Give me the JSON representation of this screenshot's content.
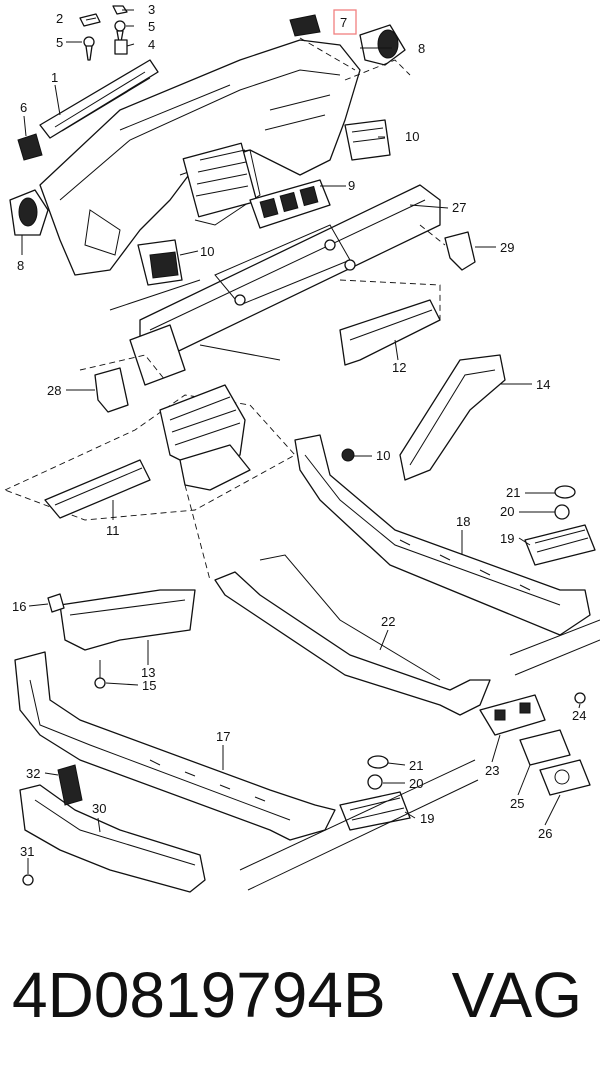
{
  "diagram": {
    "highlight_color": "#f08080",
    "callouts": [
      {
        "id": "c2",
        "text": "2"
      },
      {
        "id": "c3",
        "text": "3"
      },
      {
        "id": "c5a",
        "text": "5"
      },
      {
        "id": "c5b",
        "text": "5"
      },
      {
        "id": "c4",
        "text": "4"
      },
      {
        "id": "c1",
        "text": "1"
      },
      {
        "id": "c7",
        "text": "7",
        "highlighted": true
      },
      {
        "id": "c8a",
        "text": "8"
      },
      {
        "id": "c6",
        "text": "6"
      },
      {
        "id": "c10a",
        "text": "10"
      },
      {
        "id": "c9",
        "text": "9"
      },
      {
        "id": "c8b",
        "text": "8"
      },
      {
        "id": "c10b",
        "text": "10"
      },
      {
        "id": "c27",
        "text": "27"
      },
      {
        "id": "c29",
        "text": "29"
      },
      {
        "id": "c12",
        "text": "12"
      },
      {
        "id": "c28",
        "text": "28"
      },
      {
        "id": "c14",
        "text": "14"
      },
      {
        "id": "c10c",
        "text": "10"
      },
      {
        "id": "c11",
        "text": "11"
      },
      {
        "id": "c21a",
        "text": "21"
      },
      {
        "id": "c20a",
        "text": "20"
      },
      {
        "id": "c18",
        "text": "18"
      },
      {
        "id": "c19a",
        "text": "19"
      },
      {
        "id": "c16",
        "text": "16"
      },
      {
        "id": "c22",
        "text": "22"
      },
      {
        "id": "c13",
        "text": "13"
      },
      {
        "id": "c15",
        "text": "15"
      },
      {
        "id": "c24",
        "text": "24"
      },
      {
        "id": "c17",
        "text": "17"
      },
      {
        "id": "c23",
        "text": "23"
      },
      {
        "id": "c21b",
        "text": "21"
      },
      {
        "id": "c20b",
        "text": "20"
      },
      {
        "id": "c32",
        "text": "32"
      },
      {
        "id": "c30",
        "text": "30"
      },
      {
        "id": "c19b",
        "text": "19"
      },
      {
        "id": "c25",
        "text": "25"
      },
      {
        "id": "c26",
        "text": "26"
      },
      {
        "id": "c31",
        "text": "31"
      }
    ]
  },
  "footer": {
    "part_number": "4D0819794B",
    "brand": "VAG"
  }
}
